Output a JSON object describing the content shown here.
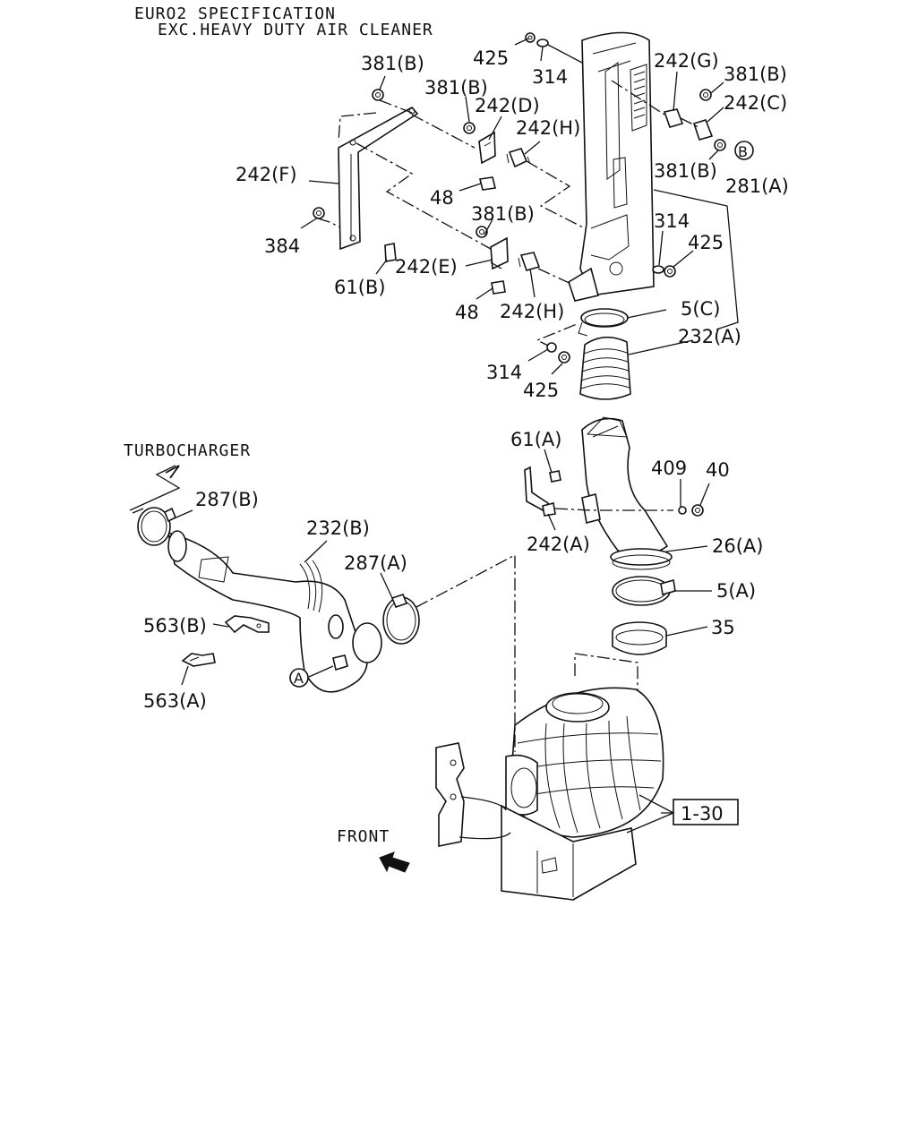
{
  "header": {
    "line1": "EURO2 SPECIFICATION",
    "line2": "EXC.HEAVY DUTY AIR CLEANER"
  },
  "labels": {
    "p425_top": "425",
    "p314_top": "314",
    "p381b_1": "381(B)",
    "p381b_2": "381(B)",
    "p242d": "242(D)",
    "p242h_top": "242(H)",
    "p242g": "242(G)",
    "p381b_3": "381(B)",
    "p242c": "242(C)",
    "p381b_4": "381(B)",
    "p242f": "242(F)",
    "p48_top": "48",
    "p381b_5": "381(B)",
    "p281a": "281(A)",
    "p384": "384",
    "p242e": "242(E)",
    "p314_mid": "314",
    "p425_mid": "425",
    "p61b": "61(B)",
    "p48_bot": "48",
    "p242h_bot": "242(H)",
    "p5c": "5(C)",
    "p232a": "232(A)",
    "p314_low": "314",
    "p425_low": "425",
    "turbo": "TURBOCHARGER",
    "p61a": "61(A)",
    "p409": "409",
    "p40": "40",
    "p287b": "287(B)",
    "p232b": "232(B)",
    "p287a": "287(A)",
    "p242a": "242(A)",
    "p26a": "26(A)",
    "p5a": "5(A)",
    "p563b": "563(B)",
    "p35": "35",
    "p563a": "563(A)",
    "circle_a": "A",
    "circle_b": "B",
    "ref130": "1-30",
    "front": "FRONT"
  }
}
